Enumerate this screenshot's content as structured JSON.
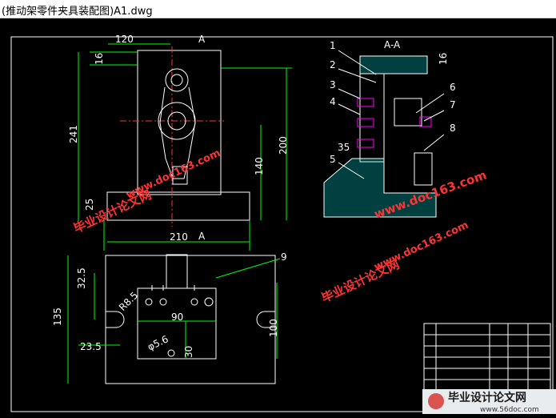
{
  "window": {
    "title": "(推动架零件夹具装配图)A1.dwg"
  },
  "drawing": {
    "section_label": "A-A",
    "view_label_a": "A",
    "dims": {
      "top_width": "120",
      "top_height": "16",
      "overall_height": "241",
      "height_200": "200",
      "height_140": "140",
      "base_width": "210",
      "small_25": "25",
      "right_16": "16",
      "d35": "35",
      "bottom_32_5": "32.5",
      "bottom_135": "135",
      "bottom_23_5": "23.5",
      "bottom_R8_5": "R8.5",
      "bottom_90": "90",
      "bottom_phi": "φ5.6",
      "bottom_30": "30",
      "bottom_100": "100"
    },
    "part_numbers": [
      "1",
      "2",
      "3",
      "4",
      "5",
      "6",
      "7",
      "8",
      "9"
    ]
  },
  "watermarks": {
    "site_name": "毕业设计论文网",
    "site_url_1": "www.doc163.com",
    "site_url_2": "www.doc163.com",
    "site_url_3": "www.doc163.com",
    "footer_name": "毕业设计论文网",
    "footer_url": "www.56doc.com"
  },
  "colors": {
    "background": "#000000",
    "outline": "#ffffff",
    "dimension": "#00ff00",
    "hatch": "#00ffff",
    "accent": "#ff00ff",
    "watermark": "#ff3333"
  }
}
